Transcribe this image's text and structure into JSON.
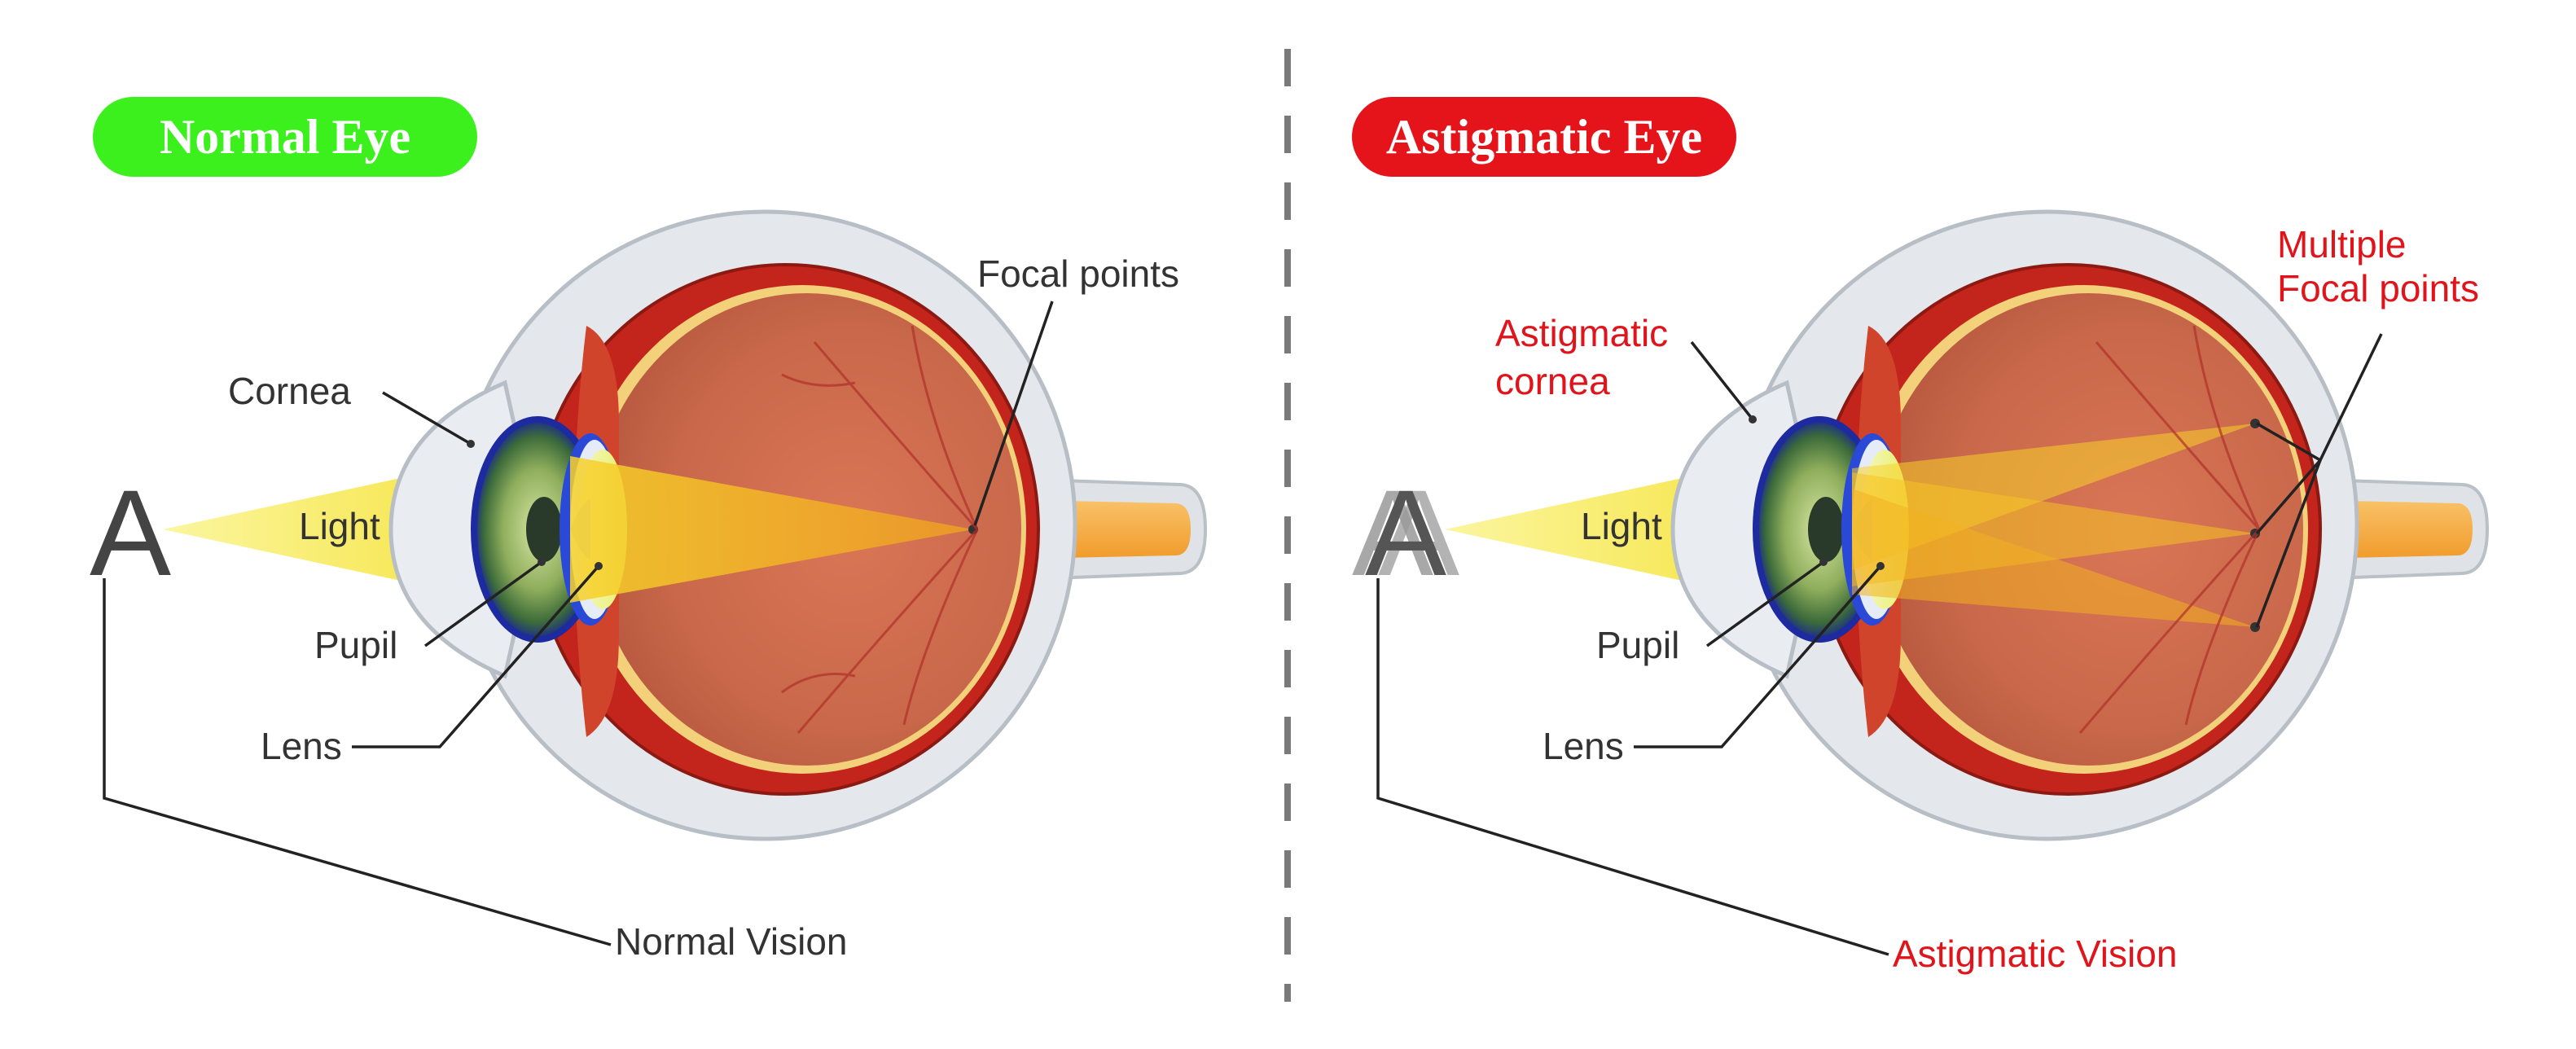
{
  "colors": {
    "normal_badge": "#3cf01e",
    "astig_badge": "#e5141b",
    "label_text": "#333333",
    "red_text": "#e0141b",
    "light_beam": "#f6e23a",
    "eye_interior": "#cd6a49",
    "sclera_shell": "#e2e6ea"
  },
  "normal": {
    "badge": "Normal Eye",
    "labels": {
      "cornea": "Cornea",
      "light": "Light",
      "pupil": "Pupil",
      "lens": "Lens",
      "focal": "Focal points",
      "vision": "Normal Vision"
    },
    "letter": "A"
  },
  "astigmatic": {
    "badge": "Astigmatic Eye",
    "labels": {
      "cornea_1": "Astigmatic",
      "cornea_2": "cornea",
      "light": "Light",
      "pupil": "Pupil",
      "lens": "Lens",
      "focal_1": "Multiple",
      "focal_2": "Focal points",
      "vision": "Astigmatic Vision"
    },
    "letter": "A"
  }
}
